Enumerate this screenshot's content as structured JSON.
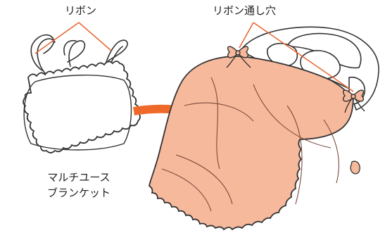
{
  "labels": {
    "ribbon": "リボン",
    "ribbon_hole": "リボン通し穴",
    "blanket_line1": "マルチユース",
    "blanket_line2": "ブランケット"
  },
  "colors": {
    "leader_line": "#e8632c",
    "arrow": "#ef6a2a",
    "blanket_fill": "#f7b99c",
    "outline": "#333333",
    "seat_fill": "#ffffff"
  }
}
